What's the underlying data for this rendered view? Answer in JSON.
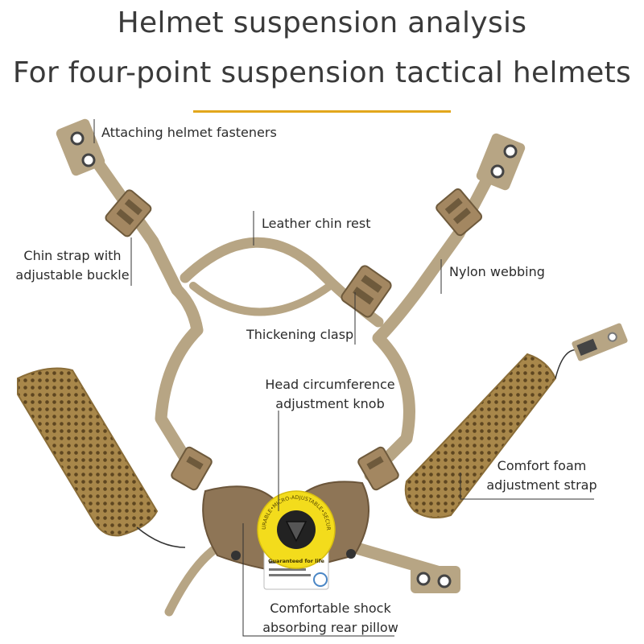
{
  "header": {
    "title_line1": "Helmet suspension analysis",
    "title_line2": "For four-point suspension tactical helmets"
  },
  "labels": {
    "attaching": "Attaching helmet fasteners",
    "chin_strap_1": "Chin strap with",
    "chin_strap_2": "adjustable buckle",
    "leather": "Leather chin rest",
    "nylon": "Nylon webbing",
    "clasp": "Thickening clasp",
    "knob_1": "Head circumference",
    "knob_2": "adjustment knob",
    "foam_1": "Comfort foam",
    "foam_2": "adjustment strap",
    "pillow_1": "Comfortable shock",
    "pillow_2": "absorbing rear pillow"
  },
  "knob_sticker": {
    "ring_text": "DURABLE•MICRO-ADJUSTABLE•SECURE",
    "guarantee": "Guaranteed for life"
  },
  "colors": {
    "accent_rule": "#e2a71c",
    "webbing": "#b7a584",
    "foam": "#a8874a",
    "pillow": "#8e7556",
    "sticker": "#f3dc1c"
  }
}
